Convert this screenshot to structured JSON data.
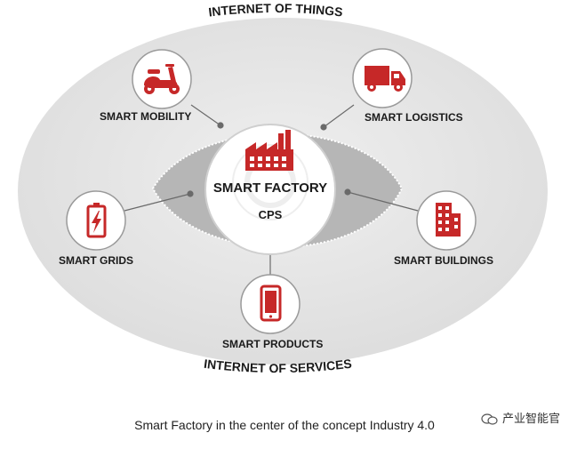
{
  "diagram": {
    "outer_top_label": "INTERNET OF THINGS",
    "outer_bottom_label": "INTERNET OF SERVICES",
    "center": {
      "title": "SMART FACTORY",
      "subtitle": "CPS"
    },
    "nodes": {
      "mobility": {
        "label": "SMART MOBILITY",
        "icon": "scooter-icon"
      },
      "logistics": {
        "label": "SMART LOGISTICS",
        "icon": "truck-icon"
      },
      "grids": {
        "label": "SMART GRIDS",
        "icon": "battery-icon"
      },
      "buildings": {
        "label": "SMART BUILDINGS",
        "icon": "building-icon"
      },
      "products": {
        "label": "SMART PRODUCTS",
        "icon": "smartphone-icon"
      }
    }
  },
  "caption": "Smart Factory in the center of the concept Industry 4.0",
  "watermark": "产业智能官",
  "colors": {
    "accent": "#c62828",
    "outer": "#e2e2e2",
    "inner": "#b4b4b4",
    "line": "#666666"
  }
}
